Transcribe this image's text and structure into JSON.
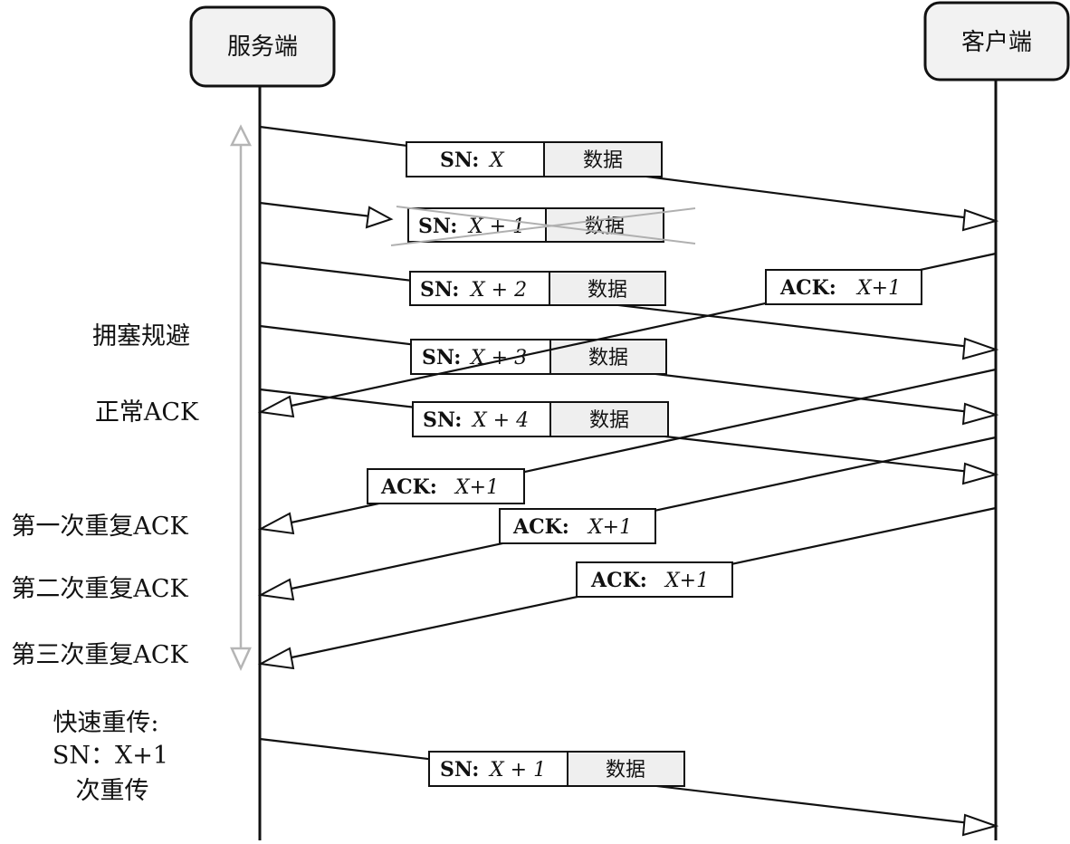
{
  "nodes": {
    "server": "服务端",
    "client": "客户端"
  },
  "packets": [
    {
      "id": "seg-x",
      "sn_label": "SN:",
      "sn_value": "X",
      "data": "数据",
      "lost": false
    },
    {
      "id": "seg-x1",
      "sn_label": "SN:",
      "sn_value": "X + 1",
      "data": "数据",
      "lost": true
    },
    {
      "id": "seg-x2",
      "sn_label": "SN:",
      "sn_value": "X + 2",
      "data": "数据",
      "lost": false
    },
    {
      "id": "seg-x3",
      "sn_label": "SN:",
      "sn_value": "X + 3",
      "data": "数据",
      "lost": false
    },
    {
      "id": "seg-x4",
      "sn_label": "SN:",
      "sn_value": "X + 4",
      "data": "数据",
      "lost": false
    },
    {
      "id": "seg-retx",
      "sn_label": "SN:",
      "sn_value": "X + 1",
      "data": "数据",
      "lost": false
    }
  ],
  "acks": [
    {
      "id": "ack-1",
      "label": "ACK:",
      "value": "X+1"
    },
    {
      "id": "ack-2",
      "label": "ACK:",
      "value": "X+1"
    },
    {
      "id": "ack-3",
      "label": "ACK:",
      "value": "X+1"
    },
    {
      "id": "ack-4",
      "label": "ACK:",
      "value": "X+1"
    }
  ],
  "side_labels": {
    "congestion_avoidance": "拥塞规避",
    "normal_ack": "正常ACK",
    "dup_ack_1": "第一次重复ACK",
    "dup_ack_2": "第二次重复ACK",
    "dup_ack_3": "第三次重复ACK",
    "fast_retransmit_1": "快速重传:",
    "fast_retransmit_2": "SN：X+1",
    "fast_retransmit_3": "次重传"
  }
}
